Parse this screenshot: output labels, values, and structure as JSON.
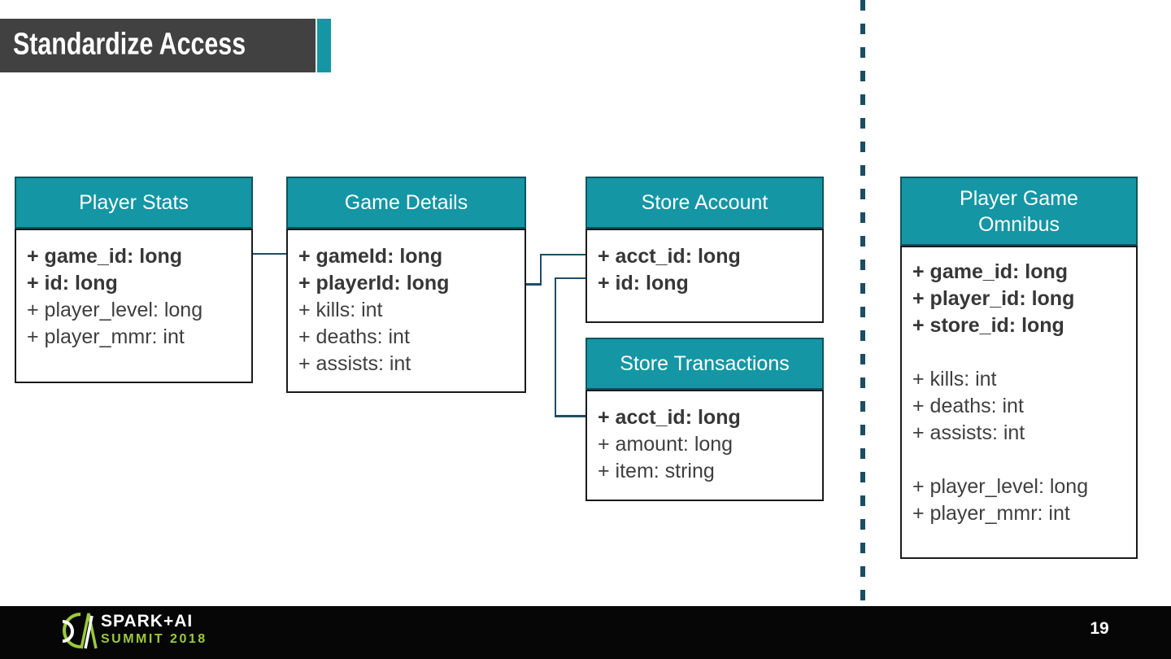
{
  "slide": {
    "title": "Standardize Access",
    "page_number": "19"
  },
  "footer": {
    "brand_line1": "SPARK+AI",
    "brand_line2": "SUMMIT 2018"
  },
  "colors": {
    "teal": "#1496A4",
    "teal_border": "#0C5460",
    "titlebar": "#414141",
    "connector": "#1F4D63",
    "divider": "#1B4D63",
    "green": "#9BCA3B"
  },
  "diagram": {
    "tables": [
      {
        "title": "Player Stats",
        "fields": [
          {
            "t": "+ game_id: long",
            "b": true
          },
          {
            "t": "+ id: long",
            "b": true
          },
          {
            "t": "+ player_level: long"
          },
          {
            "t": "+ player_mmr: int"
          }
        ]
      },
      {
        "title": "Game Details",
        "fields": [
          {
            "t": "+ gameId: long",
            "b": true
          },
          {
            "t": "+ playerId: long",
            "b": true
          },
          {
            "t": "+ kills: int"
          },
          {
            "t": "+ deaths: int"
          },
          {
            "t": "+ assists: int"
          }
        ]
      },
      {
        "title": "Store Account",
        "fields": [
          {
            "t": "+ acct_id: long",
            "b": true
          },
          {
            "t": "+ id: long",
            "b": true
          }
        ]
      },
      {
        "title": "Store Transactions",
        "fields": [
          {
            "t": "+ acct_id: long",
            "b": true
          },
          {
            "t": "+ amount: long"
          },
          {
            "t": "+ item: string"
          }
        ]
      },
      {
        "title": "Player Game Omnibus",
        "fields": [
          {
            "t": "+ game_id: long",
            "b": true
          },
          {
            "t": "+ player_id: long",
            "b": true
          },
          {
            "t": "+ store_id: long",
            "b": true
          },
          {
            "sp": true
          },
          {
            "t": "+ kills: int"
          },
          {
            "t": "+ deaths: int"
          },
          {
            "t": "+ assists: int"
          },
          {
            "sp": true
          },
          {
            "t": "+ player_level: long"
          },
          {
            "t": "+ player_mmr: int"
          }
        ]
      }
    ]
  }
}
